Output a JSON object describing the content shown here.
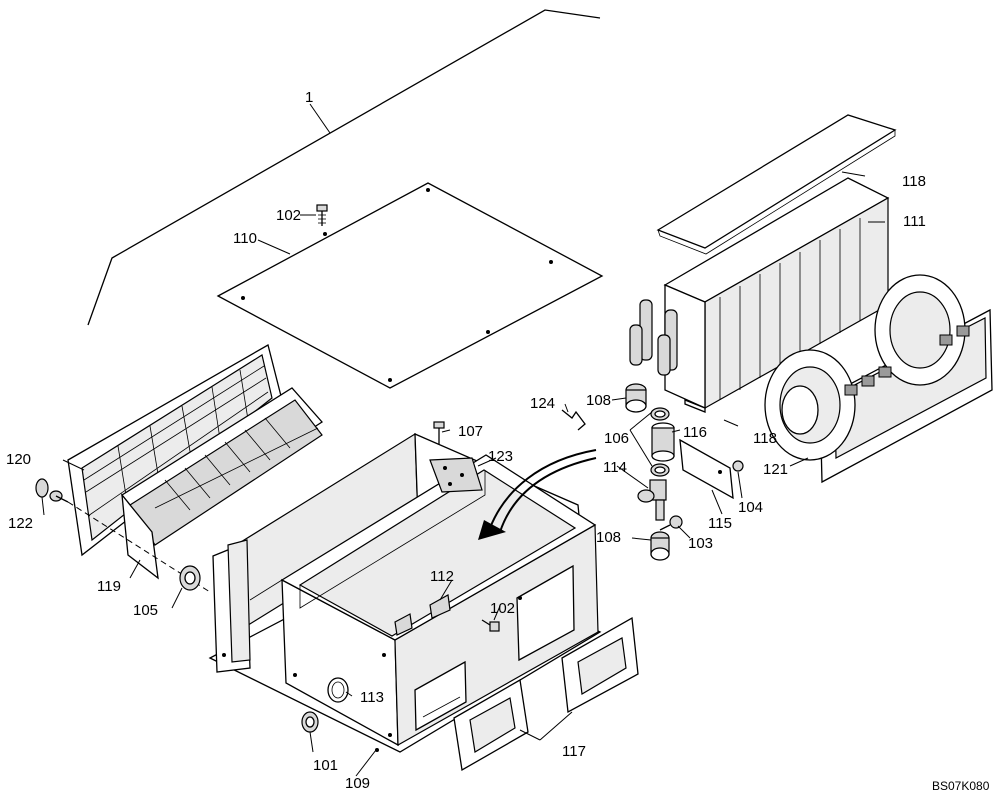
{
  "labels": {
    "l1": "1",
    "l101": "101",
    "l102a": "102",
    "l102b": "102",
    "l103": "103",
    "l104": "104",
    "l105": "105",
    "l106": "106",
    "l107": "107",
    "l108a": "108",
    "l108b": "108",
    "l109": "109",
    "l110": "110",
    "l111": "111",
    "l112": "112",
    "l113": "113",
    "l114": "114",
    "l115": "115",
    "l116": "116",
    "l117": "117",
    "l118a": "118",
    "l118b": "118",
    "l119": "119",
    "l120": "120",
    "l121": "121",
    "l122": "122",
    "l123": "123",
    "l124": "124"
  },
  "drawing_code": "BS07K080"
}
